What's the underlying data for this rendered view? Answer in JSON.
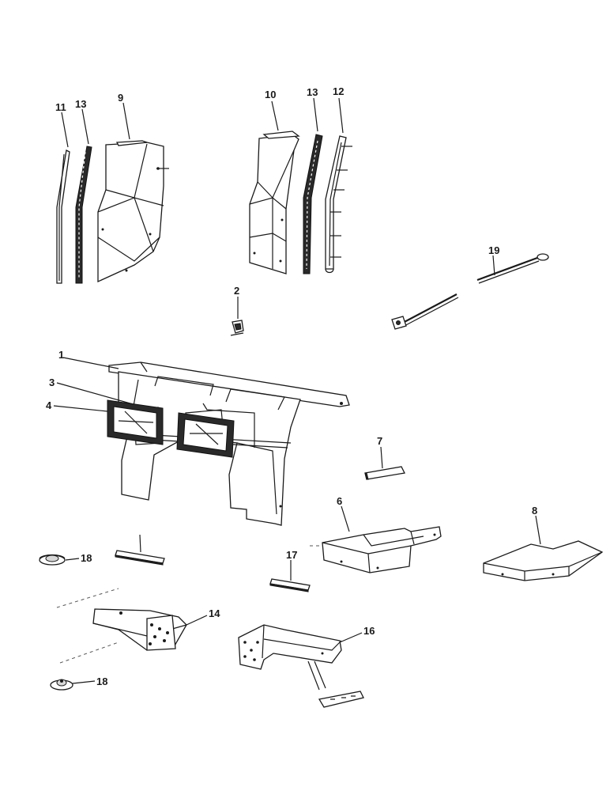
{
  "labels": {
    "p1": "1",
    "p2": "2",
    "p3": "3",
    "p4": "4",
    "p6": "6",
    "p7": "7",
    "p8": "8",
    "p9": "9",
    "p10": "10",
    "p11": "11",
    "p12": "12",
    "p13a": "13",
    "p13b": "13",
    "p14": "14",
    "p16": "16",
    "p17": "17",
    "p18a": "18",
    "p18b": "18",
    "p19": "19"
  }
}
